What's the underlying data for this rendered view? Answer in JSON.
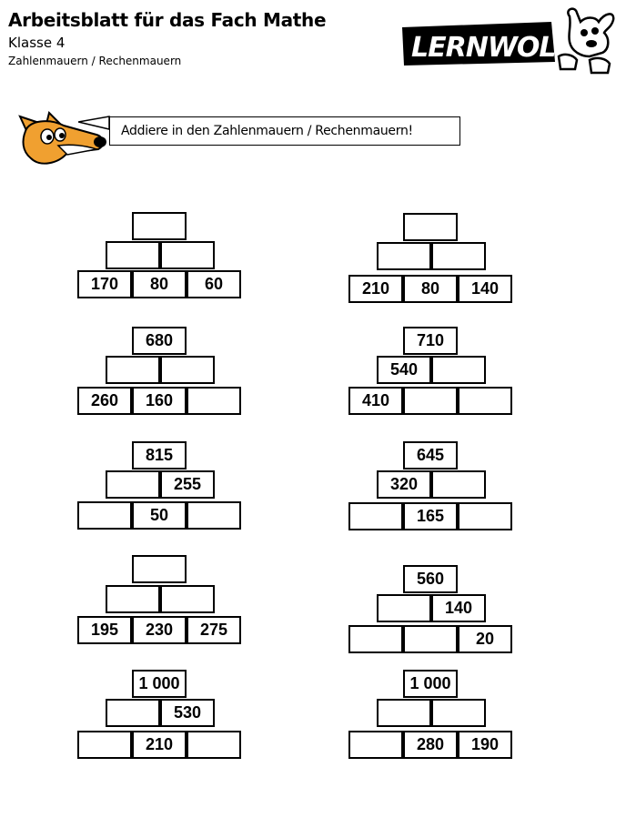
{
  "header": {
    "title": "Arbeitsblatt für das Fach Mathe",
    "grade": "Klasse 4",
    "topic": "Zahlenmauern / Rechenmauern"
  },
  "logo": {
    "text": "LernWolf.de"
  },
  "instruction": "Addiere in den Zahlenmauern / Rechenmauern!",
  "walls": [
    {
      "top": "",
      "middle": [
        "",
        ""
      ],
      "bottom": [
        "170",
        "80",
        "60"
      ]
    },
    {
      "top": "",
      "middle": [
        "",
        ""
      ],
      "bottom": [
        "210",
        "80",
        "140"
      ]
    },
    {
      "top": "680",
      "middle": [
        "",
        ""
      ],
      "bottom": [
        "260",
        "160",
        ""
      ]
    },
    {
      "top": "710",
      "middle": [
        "540",
        ""
      ],
      "bottom": [
        "410",
        "",
        ""
      ]
    },
    {
      "top": "815",
      "middle": [
        "",
        "255"
      ],
      "bottom": [
        "",
        "50",
        ""
      ]
    },
    {
      "top": "645",
      "middle": [
        "320",
        ""
      ],
      "bottom": [
        "",
        "165",
        ""
      ]
    },
    {
      "top": "",
      "middle": [
        "",
        ""
      ],
      "bottom": [
        "195",
        "230",
        "275"
      ]
    },
    {
      "top": "560",
      "middle": [
        "",
        "140"
      ],
      "bottom": [
        "",
        "",
        "20"
      ]
    },
    {
      "top": "1 000",
      "middle": [
        "",
        "530"
      ],
      "bottom": [
        "",
        "210",
        ""
      ]
    },
    {
      "top": "1 000",
      "middle": [
        "",
        ""
      ],
      "bottom": [
        "",
        "280",
        "190"
      ]
    }
  ]
}
